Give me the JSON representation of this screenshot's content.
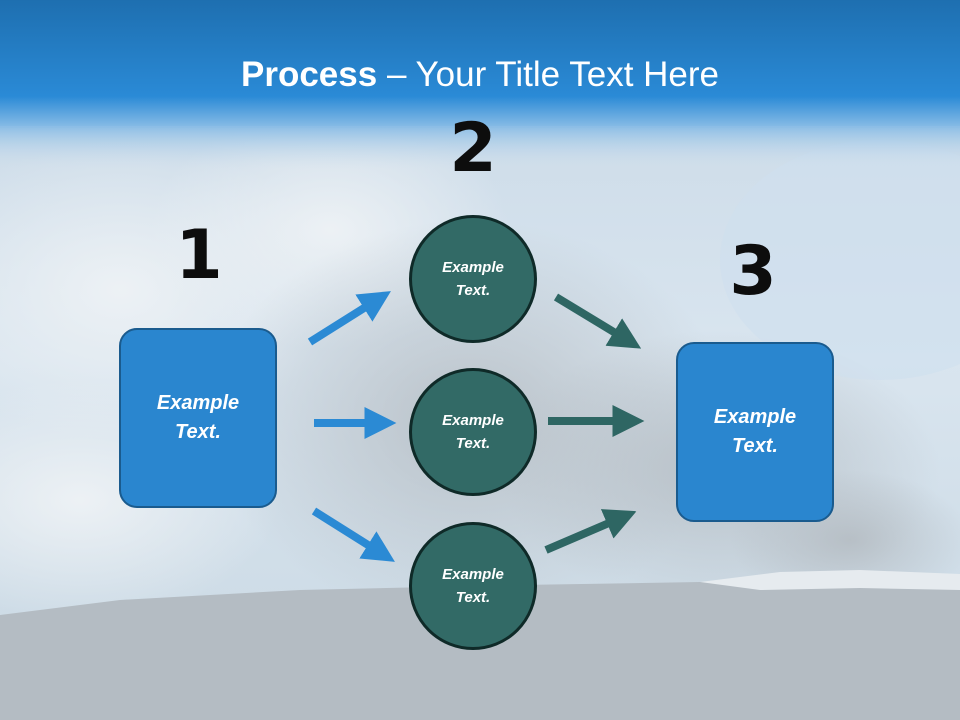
{
  "title": {
    "bold": "Process",
    "rest": " – Your Title Text Here"
  },
  "steps": [
    "1",
    "2",
    "3"
  ],
  "nodes": {
    "start": "Example Text.",
    "mid_top": "Example Text.",
    "mid_center": "Example Text.",
    "mid_bottom": "Example Text.",
    "end": "Example Text."
  },
  "colors": {
    "box": "#2a86cf",
    "circle": "#326a66",
    "arrow_blue": "#2b8ad4",
    "arrow_teal": "#2e6663"
  }
}
